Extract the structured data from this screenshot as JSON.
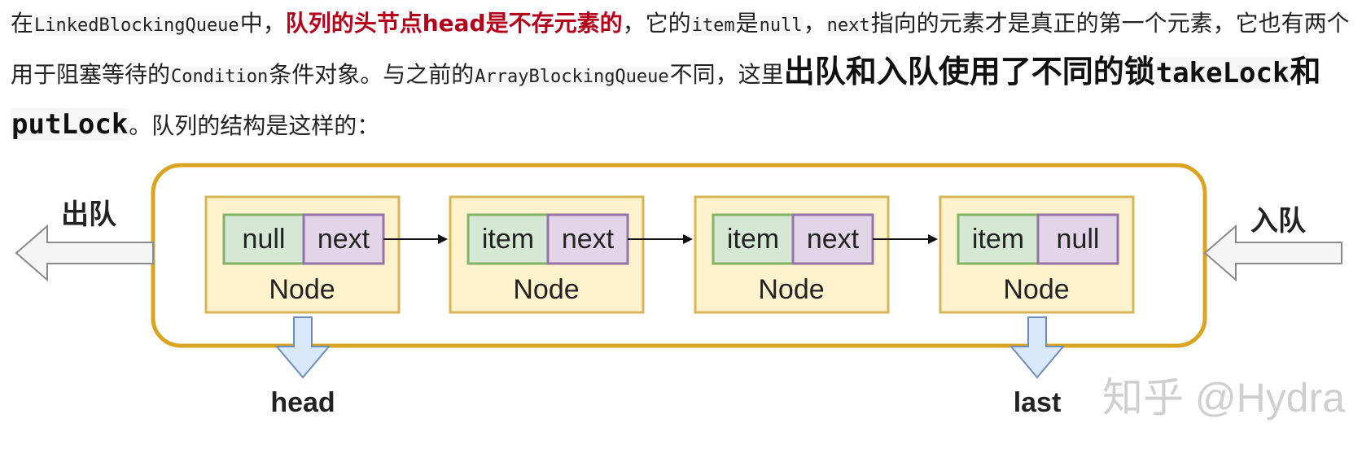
{
  "paragraph": {
    "t1": "在",
    "c1": "LinkedBlockingQueue",
    "t2": "中，",
    "red": "队列的头节点head是不存元素的",
    "t3": "，它的",
    "c2": "item",
    "t4": "是",
    "c3": "null",
    "t5": "，",
    "c4": "next",
    "t6": "指向的元素才是真正的第一个元素，它也有两个用于阻塞等待的",
    "c5": "Condition",
    "t7": "条件对象。与之前的",
    "c6": "ArrayBlockingQueue",
    "t8": "不同，这里",
    "big1": "出队和入队使用了不同的锁",
    "c7": "takeLock",
    "big2": "和",
    "c8": "putLock",
    "t9": "。队列的结构是这样的："
  },
  "diagram": {
    "dequeue_label": "出队",
    "enqueue_label": "入队",
    "nodes": [
      {
        "left": "null",
        "right": "next",
        "caption": "Node"
      },
      {
        "left": "item",
        "right": "next",
        "caption": "Node"
      },
      {
        "left": "item",
        "right": "next",
        "caption": "Node"
      },
      {
        "left": "item",
        "right": "null",
        "caption": "Node"
      }
    ],
    "head_label": "head",
    "last_label": "last",
    "watermark": "知乎 @Hydra",
    "colors": {
      "container_border": "#d9a520",
      "node_fill": "#fff2cc",
      "node_border": "#d6b656",
      "cell_left_fill": "#d5e8d4",
      "cell_left_border": "#82b366",
      "cell_right_fill": "#e1d5e7",
      "cell_right_border": "#9673a6",
      "pointer_fill": "#dae8fc",
      "pointer_border": "#6c8ebf",
      "side_arrow_fill": "#f5f5f5",
      "side_arrow_border": "#8a8a8a"
    }
  }
}
